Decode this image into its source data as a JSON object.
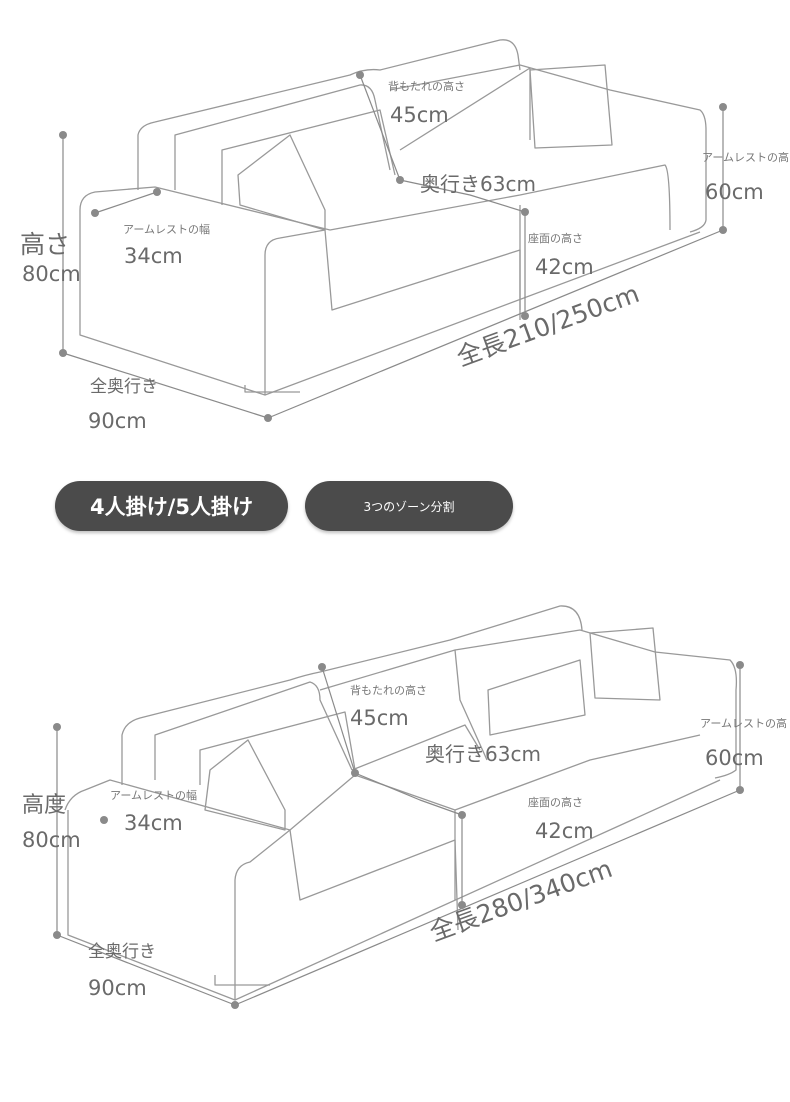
{
  "sofa_small": {
    "backrest_height_label": "背もたれの高さ",
    "backrest_height_value": "45cm",
    "seat_depth": "奥行き63cm",
    "armrest_height_label": "アームレストの高さ",
    "armrest_height_value": "60cm",
    "armrest_width_label": "アームレストの幅",
    "armrest_width_value": "34cm",
    "height_label": "高さ",
    "height_value": "80cm",
    "seat_height_label": "座面の高さ",
    "seat_height_value": "42cm",
    "total_length": "全長210/250cm",
    "total_depth_label": "全奥行き",
    "total_depth_value": "90cm"
  },
  "buttons": {
    "seats": "4人掛け/5人掛け",
    "zones": "3つのゾーン分割"
  },
  "sofa_large": {
    "backrest_height_label": "背もたれの高さ",
    "backrest_height_value": "45cm",
    "seat_depth": "奥行き63cm",
    "armrest_height_label": "アームレストの高さ",
    "armrest_height_value": "60cm",
    "armrest_width_label": "アームレストの幅",
    "armrest_width_value": "34cm",
    "height_label": "高度",
    "height_value": "80cm",
    "seat_height_label": "座面の高さ",
    "seat_height_value": "42cm",
    "total_length": "全長280/340cm",
    "total_depth_label": "全奥行き",
    "total_depth_value": "90cm"
  }
}
